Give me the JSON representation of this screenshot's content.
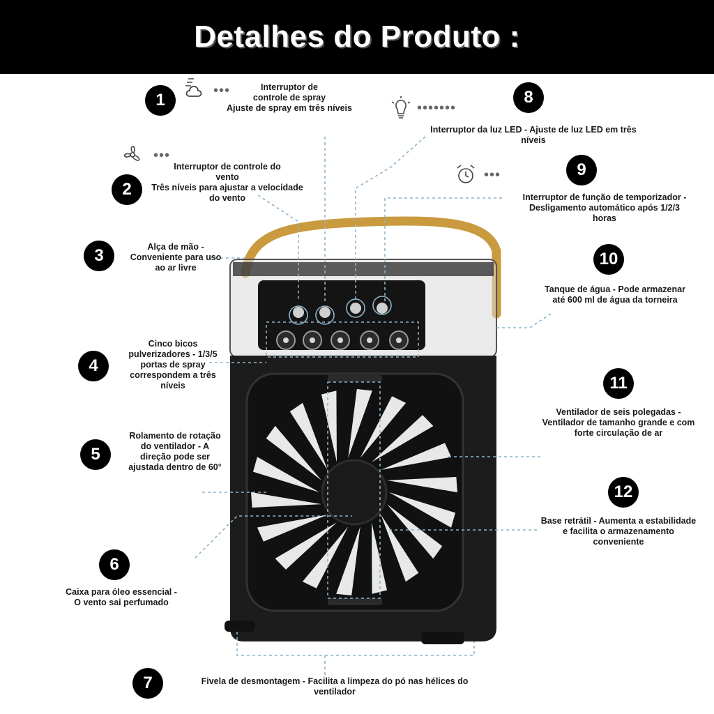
{
  "header": {
    "title": "Detalhes do Produto :"
  },
  "features": [
    {
      "number": "1",
      "lines": [
        "Interruptor de",
        "controle de spray",
        "Ajuste de spray em três níveis"
      ]
    },
    {
      "number": "2",
      "lines": [
        "Interruptor de controle do",
        "vento",
        "Três níveis para ajustar a velocidade",
        "do vento"
      ]
    },
    {
      "number": "3",
      "lines": [
        "Alça de mão -",
        "Conveniente para uso",
        "ao ar livre"
      ]
    },
    {
      "number": "4",
      "lines": [
        "Cinco bicos",
        "pulverizadores - 1/3/5",
        "portas de spray",
        "correspondem a três",
        "níveis"
      ]
    },
    {
      "number": "5",
      "lines": [
        "Rolamento de rotação",
        "do ventilador - A",
        "direção pode ser",
        "ajustada dentro de 60°"
      ]
    },
    {
      "number": "6",
      "lines": [
        "Caixa para óleo essencial -",
        "O vento sai perfumado"
      ]
    },
    {
      "number": "7",
      "lines": [
        "Fivela de desmontagem - Facilita a limpeza do pó nas hélices do",
        "ventilador"
      ]
    },
    {
      "number": "8",
      "lines": [
        "Interruptor da luz LED - Ajuste de luz LED em três",
        "níveis"
      ]
    },
    {
      "number": "9",
      "lines": [
        "Interruptor de função de temporizador -",
        "Desligamento automático após 1/2/3",
        "horas"
      ]
    },
    {
      "number": "10",
      "lines": [
        "Tanque de água - Pode armazenar",
        "até 600 ml de água da torneira"
      ]
    },
    {
      "number": "11",
      "lines": [
        "Ventilador de seis polegadas -",
        "Ventilador de tamanho grande e com",
        "forte circulação de ar"
      ]
    },
    {
      "number": "12",
      "lines": [
        "Base retrátil - Aumenta a estabilidade",
        "e facilita o armazenamento",
        "conveniente"
      ]
    }
  ],
  "icons": {
    "spray": "spray-icon",
    "fan": "fan-icon",
    "led": "lightbulb-icon",
    "timer": "alarm-clock-icon"
  },
  "colors": {
    "header_bg": "#000000",
    "handle": "#c99a3e",
    "device": "#1c1c1c",
    "leader_line": "#8fb3c9"
  }
}
